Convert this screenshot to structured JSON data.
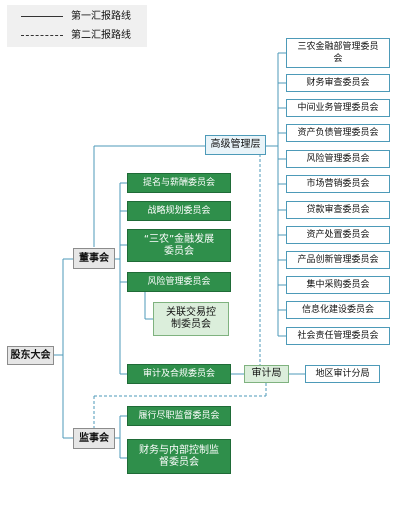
{
  "legend": {
    "primary_line": "第一汇报路线",
    "secondary_line": "第二汇报路线"
  },
  "nodes": {
    "shareholders": "股东大会",
    "board": "董事会",
    "supervisory": "监事会",
    "senior_management": "高级管理层",
    "audit_bureau": "审计局",
    "regional_audit": "地区审计分局",
    "board_committees": [
      "提名与薪酬委员会",
      "战略规划委员会",
      "“三农”金融发展委员会",
      "风险管理委员会",
      "审计及合规委员会"
    ],
    "related_party": "关联交易控制委员会",
    "supervisory_committees": [
      "履行尽职监督委员会",
      "财务与内部控制监督委员会"
    ],
    "management_committees": [
      "三农金融部管理委员会",
      "财务审查委员会",
      "中间业务管理委员会",
      "资产负债管理委员会",
      "风险管理委员会",
      "市场营销委员会",
      "贷款审查委员会",
      "资产处置委员会",
      "产品创新管理委员会",
      "集中采购委员会",
      "信息化建设委员会",
      "社会责任管理委员会"
    ]
  }
}
